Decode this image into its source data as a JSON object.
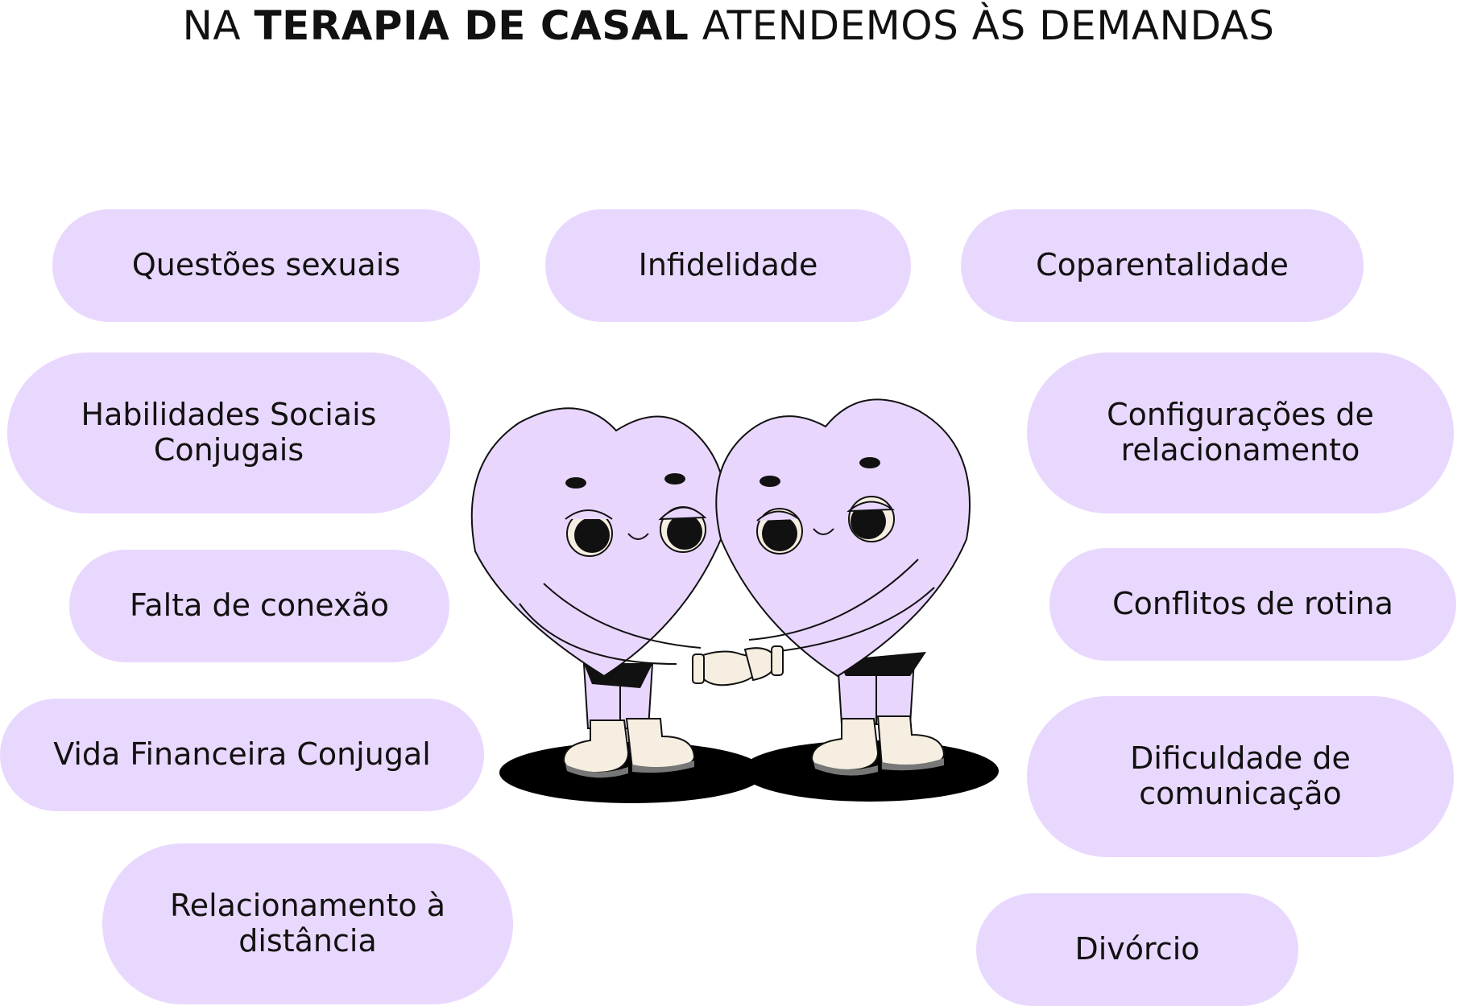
{
  "title": {
    "prefix": "NA ",
    "bold": "TERAPIA DE CASAL",
    "suffix": " ATENDEMOS ÀS DEMANDAS"
  },
  "pills": [
    {
      "label": "Questões sexuais"
    },
    {
      "label": "Infidelidade"
    },
    {
      "label": "Coparentalidade"
    },
    {
      "label": "Habilidades Sociais\nConjugais"
    },
    {
      "label": "Configurações de\nrelacionamento"
    },
    {
      "label": "Falta de conexão"
    },
    {
      "label": "Conflitos de rotina"
    },
    {
      "label": "Vida Financeira Conjugal"
    },
    {
      "label": "Dificuldade de\ncomunicação"
    },
    {
      "label": "Relacionamento à\ndistância"
    },
    {
      "label": "Divórcio"
    }
  ],
  "colors": {
    "pill_fill": "#e9d8fe",
    "heart_fill": "#e8d6fd",
    "shoe_fill": "#f6efe1",
    "shadow": "#000000"
  },
  "icons": {
    "illustration": "two-hearts-holding-hands-illustration"
  }
}
